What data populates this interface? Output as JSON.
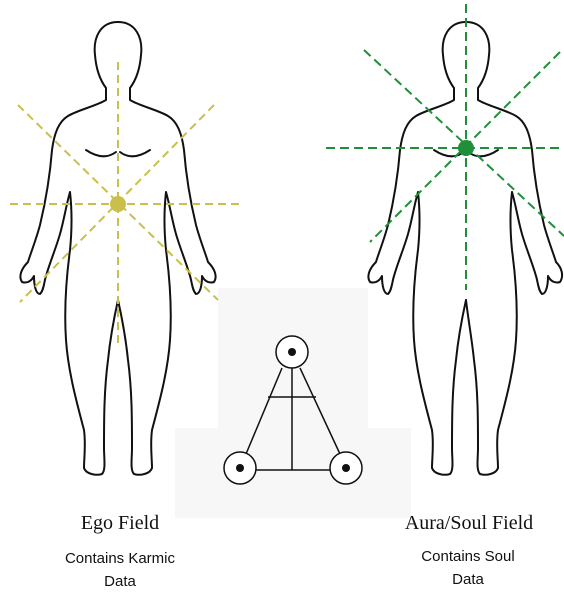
{
  "left_figure": {
    "title": "Ego Field",
    "caption_line1": "Contains Karmic",
    "caption_line2": "Data",
    "field_color": "#c9bf4a"
  },
  "right_figure": {
    "title": "Aura/Soul Field",
    "caption_line1": "Contains Soul",
    "caption_line2": "Data",
    "field_color": "#1f8f3a"
  },
  "center_symbol": {
    "description_icon": "triangle-three-circles-icon"
  }
}
